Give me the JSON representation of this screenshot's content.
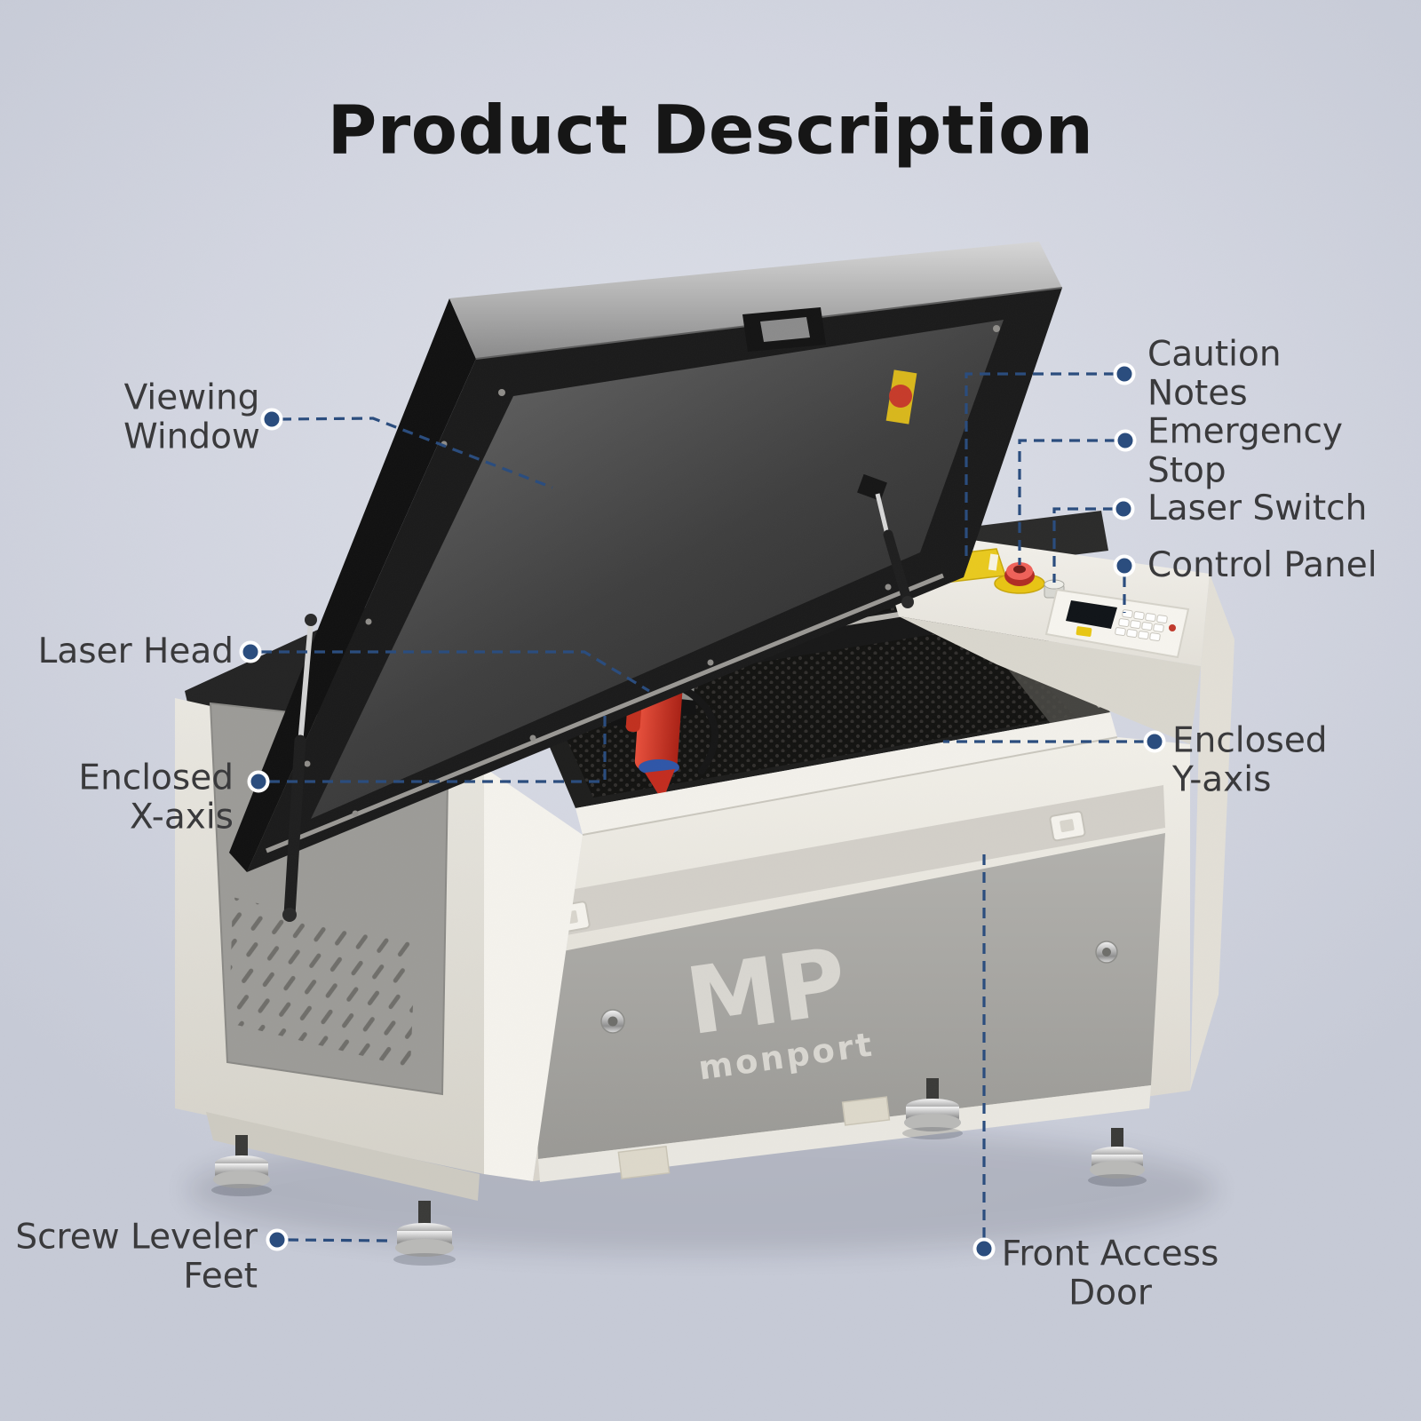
{
  "title": "Product Description",
  "brand": {
    "mark": "MP",
    "name": "monport"
  },
  "callouts": {
    "viewing_window": {
      "lines": [
        "Viewing",
        "Window"
      ]
    },
    "laser_head": {
      "lines": [
        "Laser Head"
      ]
    },
    "enclosed_x_axis": {
      "lines": [
        "Enclosed",
        "X-axis"
      ]
    },
    "screw_leveler_feet": {
      "lines": [
        "Screw Leveler",
        "Feet"
      ]
    },
    "caution_notes": {
      "lines": [
        "Caution",
        "Notes"
      ]
    },
    "emergency_stop": {
      "lines": [
        "Emergency",
        "Stop"
      ]
    },
    "laser_switch": {
      "lines": [
        "Laser Switch"
      ]
    },
    "control_panel": {
      "lines": [
        "Control Panel"
      ]
    },
    "enclosed_y_axis": {
      "lines": [
        "Enclosed",
        "Y-axis"
      ]
    },
    "front_access_door": {
      "lines": [
        "Front Access",
        "Door"
      ]
    }
  },
  "colors": {
    "accent_blue": "#2b4d7e",
    "label_text": "#3a3a3c",
    "title_text": "#161616",
    "background": "#ccd0da",
    "machine_body": "#ece9e2",
    "machine_panel_gray": "#9c9b97",
    "caution_yellow": "#e9c91e",
    "emergency_red": "#c8372e",
    "laser_head_red": "#d63a28",
    "lid_window_dark": "#343434"
  }
}
